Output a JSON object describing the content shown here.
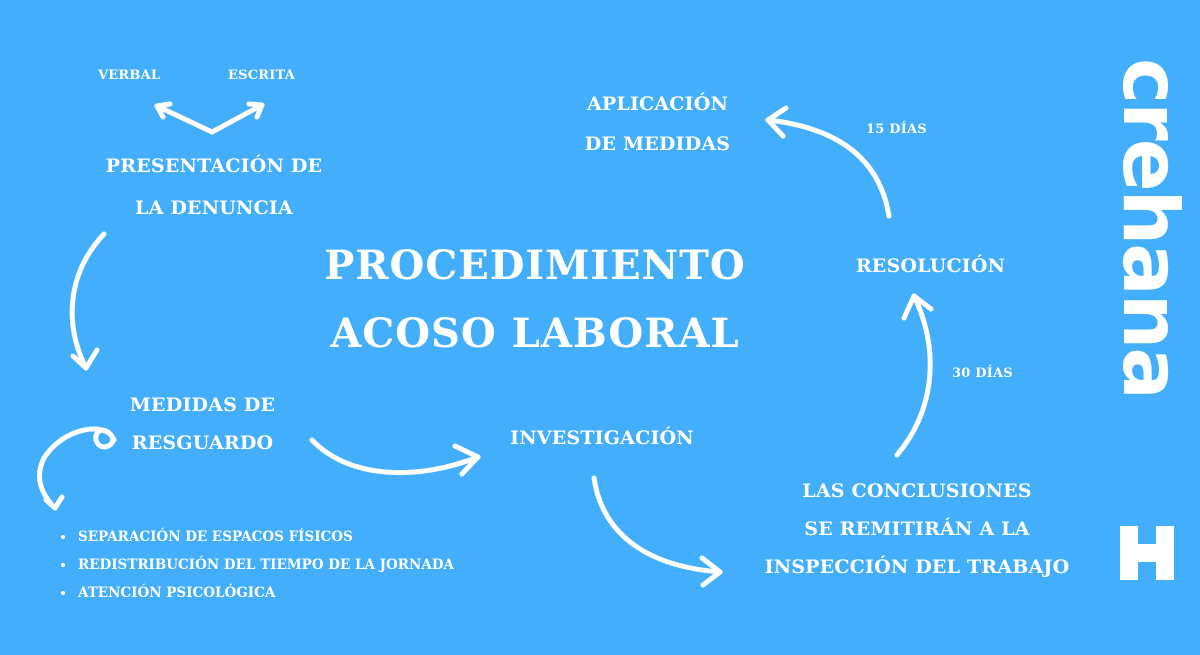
{
  "title": {
    "line1": "PROCEDIMIENTO",
    "line2": "ACOSO LABORAL"
  },
  "nodes": {
    "presentacion": {
      "line1": "PRESENTACIÓN DE",
      "line2": "LA DENUNCIA"
    },
    "forms": {
      "left": "VERBAL",
      "right": "ESCRITA"
    },
    "medidas_resguardo": {
      "line1": "MEDIDAS DE",
      "line2": "RESGUARDO"
    },
    "investigacion": {
      "label": "INVESTIGACIÓN"
    },
    "conclusiones": {
      "line1": "LAS CONCLUSIONES",
      "line2": "SE REMITIRÁN A LA",
      "line3": "INSPECCIÓN DEL TRABAJO"
    },
    "resolucion": {
      "label": "RESOLUCIÓN"
    },
    "aplicacion": {
      "line1": "APLICACIÓN",
      "line2": "DE MEDIDAS"
    }
  },
  "durations": {
    "to_resolucion": "30 DÍAS",
    "to_aplicacion": "15 DÍAS"
  },
  "measures": [
    "SEPARACIÓN DE ESPACOS FÍSICOS",
    "REDISTRIBUCIÓN DEL TIEMPO DE LA JORNADA",
    "ATENCIÓN PSICOLÓGICA"
  ],
  "brand": {
    "name": "crehana",
    "background": "#42aefc",
    "foreground": "#ffffff"
  }
}
